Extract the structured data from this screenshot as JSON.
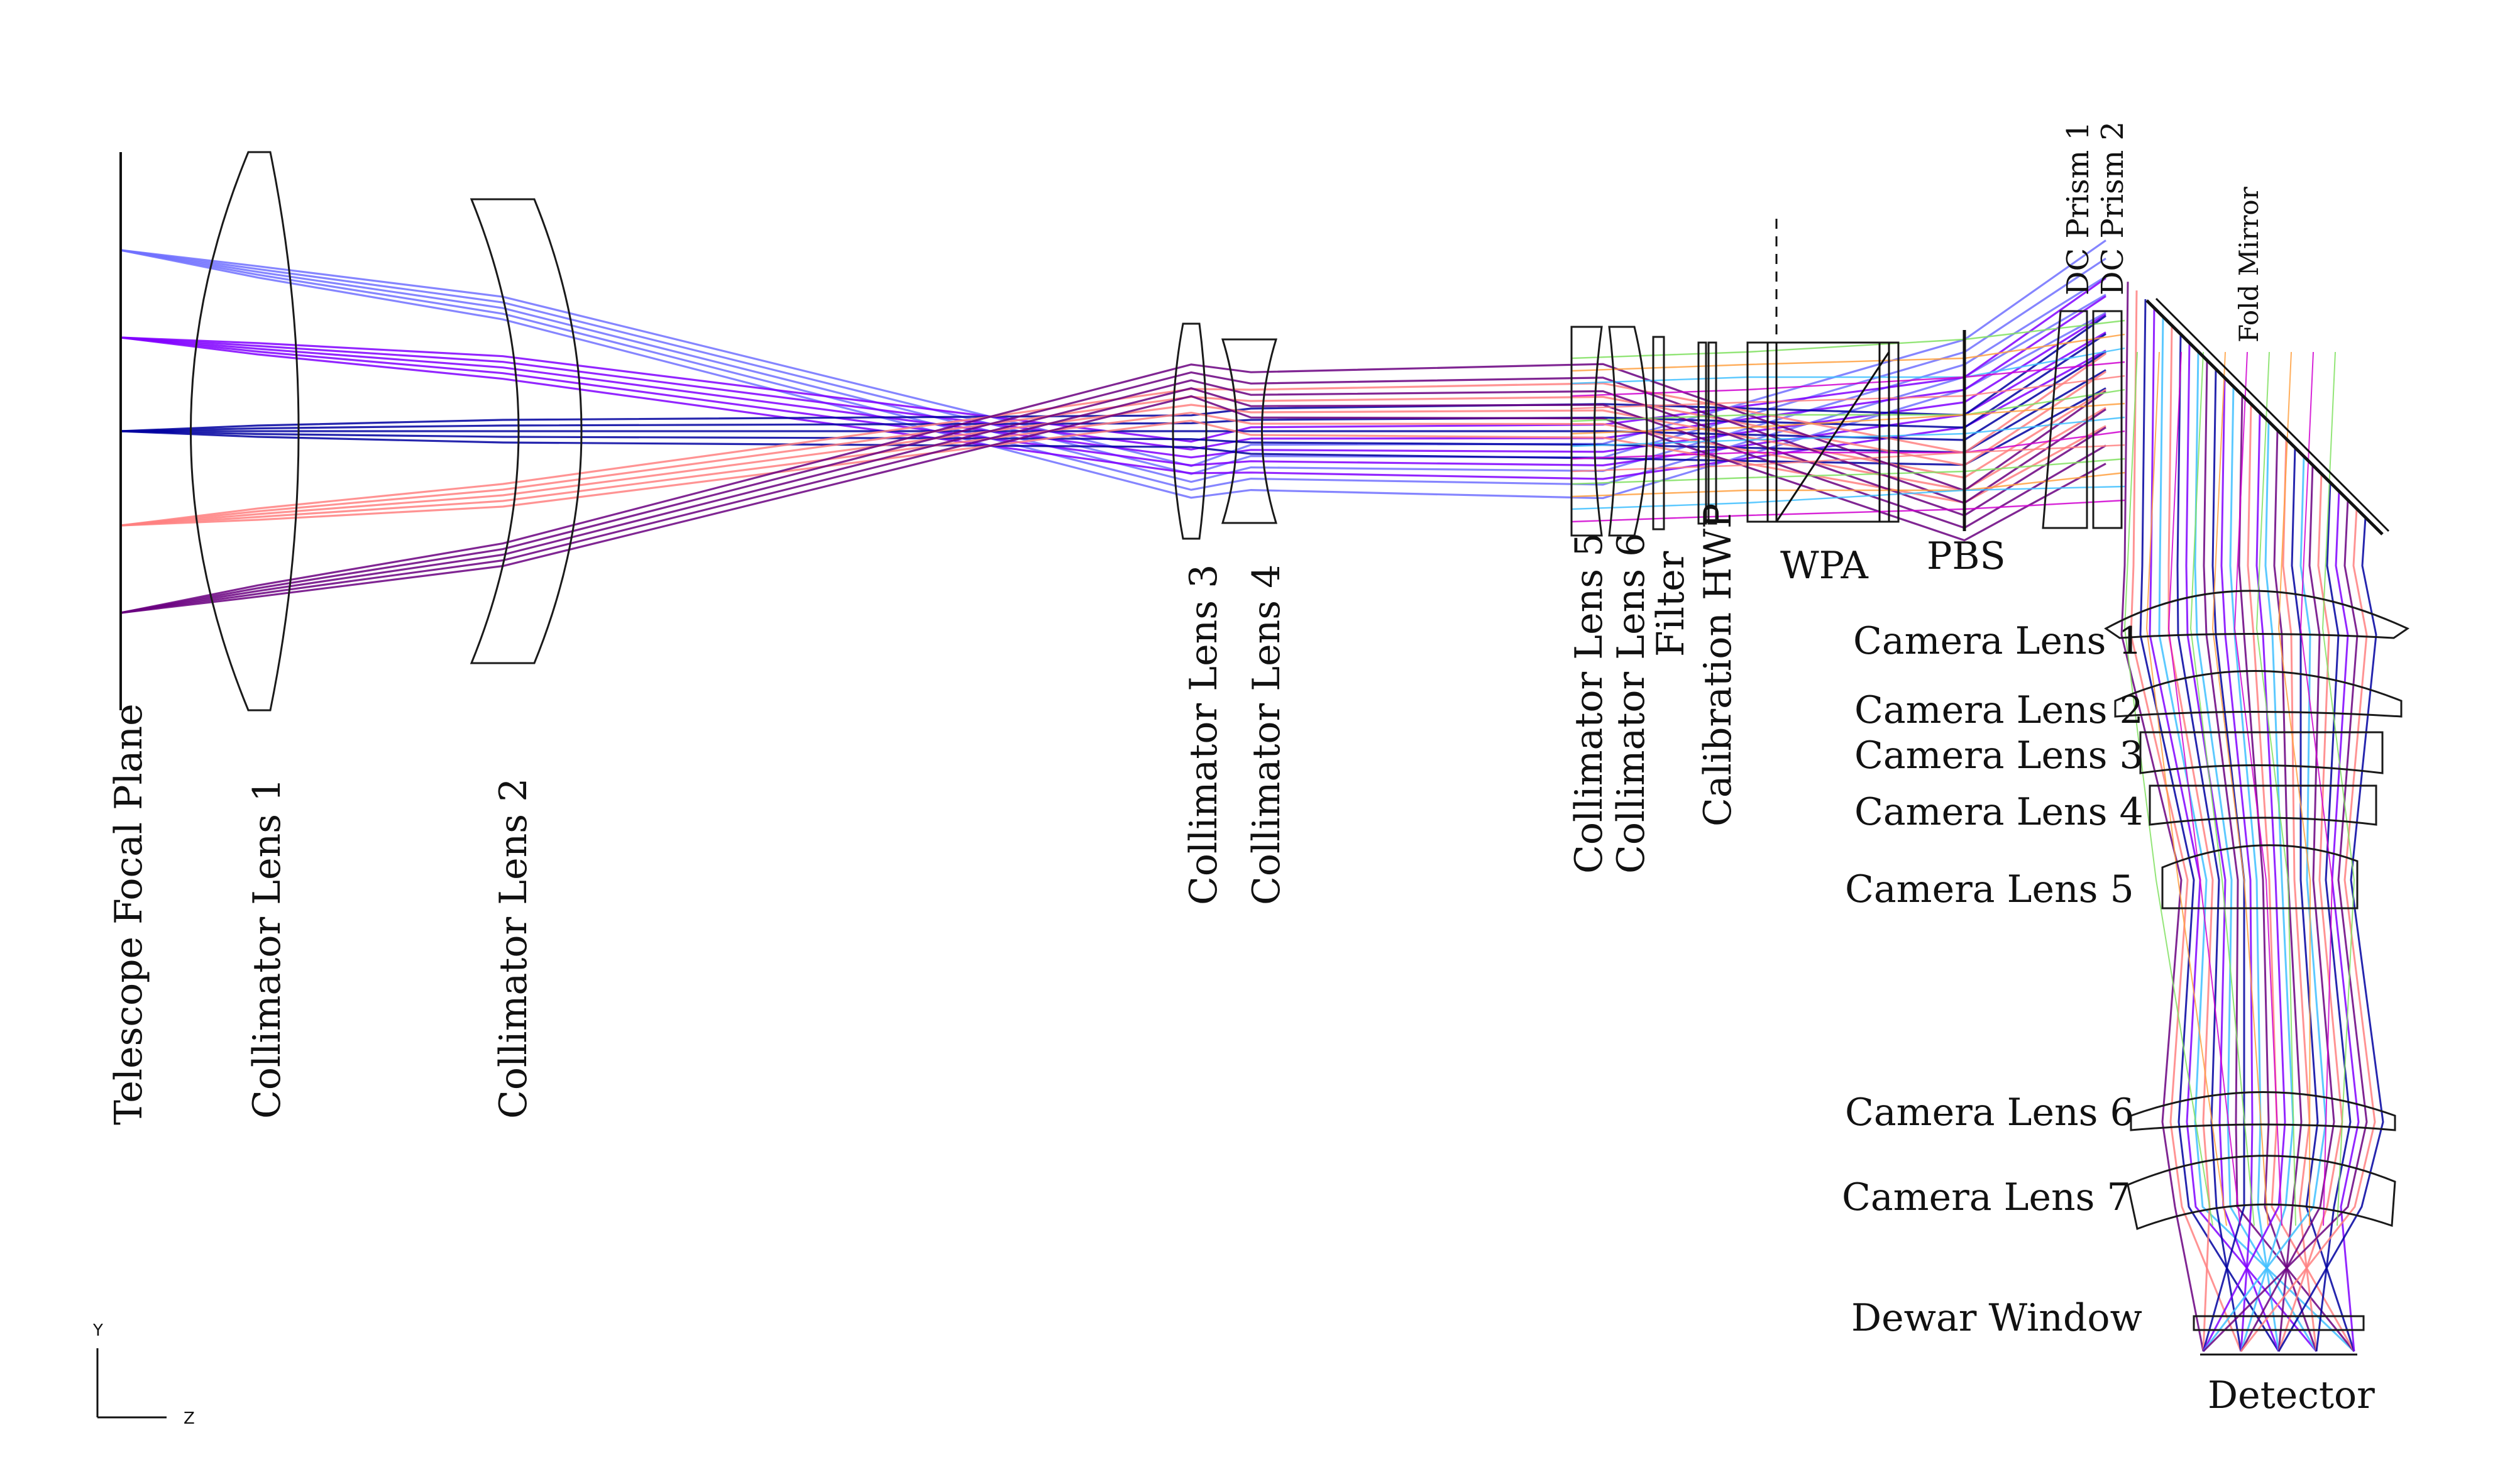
{
  "colors": {
    "violet": "#8000ff",
    "purple": "#a000c0",
    "dark_purple": "#6a0080",
    "salmon": "#ff8080",
    "blue_violet": "#7070ff",
    "navy": "#0000a0",
    "orange": "#ffa040",
    "green": "#80e060",
    "cyan": "#40c0ff",
    "magenta": "#d000d0"
  },
  "labels": {
    "telescope_focal_plane": "Telescope Focal Plane",
    "collimator_lens_1": "Collimator Lens 1",
    "collimator_lens_2": "Collimator Lens 2",
    "collimator_lens_3": "Collimator Lens 3",
    "collimator_lens_4": "Collimator Lens 4",
    "collimator_lens_5": "Collimator Lens 5",
    "collimator_lens_6": "Collimator Lens 6",
    "filter": "Filter",
    "calibration_hwp": "Calibration HWP",
    "wpa": "WPA",
    "pbs": "PBS",
    "dc_prism_1": "DC Prism 1",
    "dc_prism_2": "DC Prism 2",
    "fold_mirror": "Fold Mirror",
    "camera_lens_1": "Camera Lens 1",
    "camera_lens_2": "Camera Lens 2",
    "camera_lens_3": "Camera Lens 3",
    "camera_lens_4": "Camera Lens 4",
    "camera_lens_5": "Camera Lens 5",
    "camera_lens_6": "Camera Lens 6",
    "camera_lens_7": "Camera Lens 7",
    "dewar_window": "Dewar Window",
    "detector": "Detector",
    "axis_y": "Y",
    "axis_z": "Z"
  }
}
